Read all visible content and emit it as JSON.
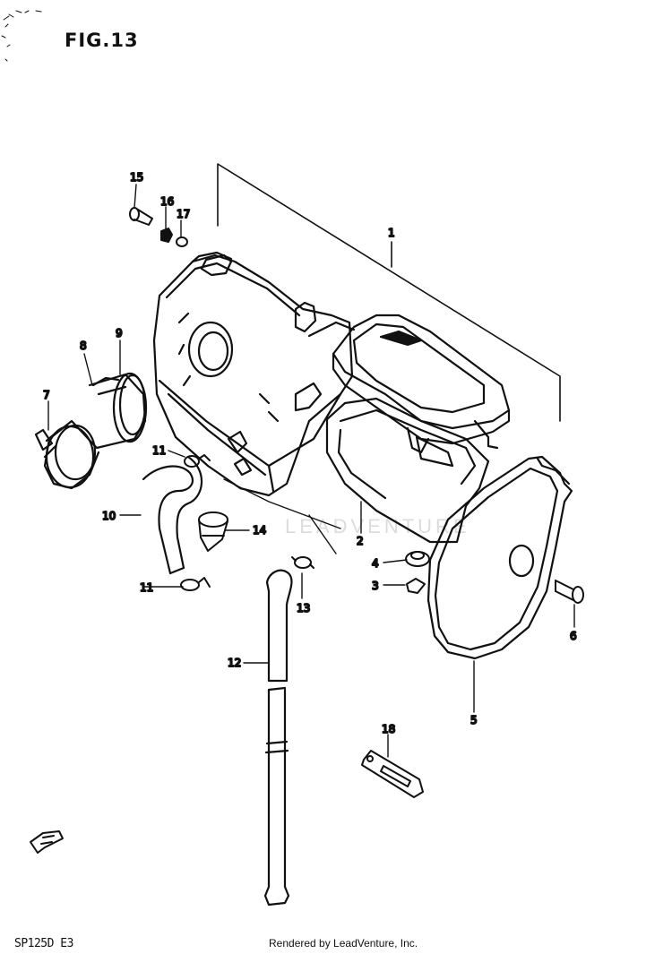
{
  "figure": {
    "title": "FIG.13",
    "model_code": "SP125D E3",
    "credit": "Rendered by LeadVenture, Inc.",
    "watermark": "LEADVENTURE"
  },
  "callouts": [
    "1",
    "2",
    "3",
    "4",
    "5",
    "6",
    "7",
    "8",
    "9",
    "10",
    "11",
    "11",
    "12",
    "13",
    "14",
    "15",
    "16",
    "17",
    "18"
  ]
}
